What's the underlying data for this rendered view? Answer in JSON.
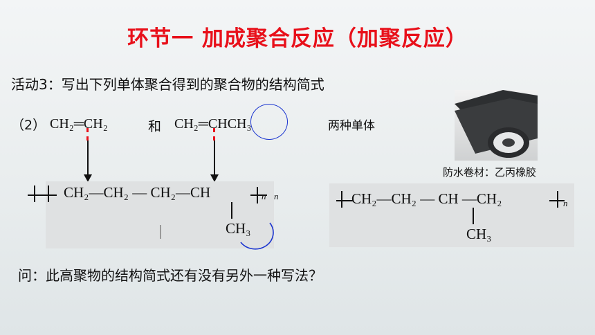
{
  "title": "环节一    加成聚合反应（加聚反应）",
  "activity": "活动3：写出下列单体聚合得到的聚合物的结构简式",
  "item_label": "（2）",
  "monomer1": "CH₂═CH₂",
  "and_word": "和",
  "monomer2": "CH₂═CHCH₃",
  "two_monomers": "两种单体",
  "photo_caption": "防水卷材：乙丙橡胶",
  "polymer_left": {
    "main_chain": "CH₂—CH₂ — CH₂—CH",
    "branch": "CH₃",
    "n1": "n",
    "n2": "n"
  },
  "polymer_right": {
    "main_chain": "CH₂—CH₂ — CH  —CH₂",
    "branch": "CH₃",
    "n": "n"
  },
  "question": "问：此高聚物的结构简式还有没有另外一种写法？",
  "colors": {
    "title": "#e8101a",
    "red_dash": "#e8101a",
    "circle": "#1a34d0"
  }
}
